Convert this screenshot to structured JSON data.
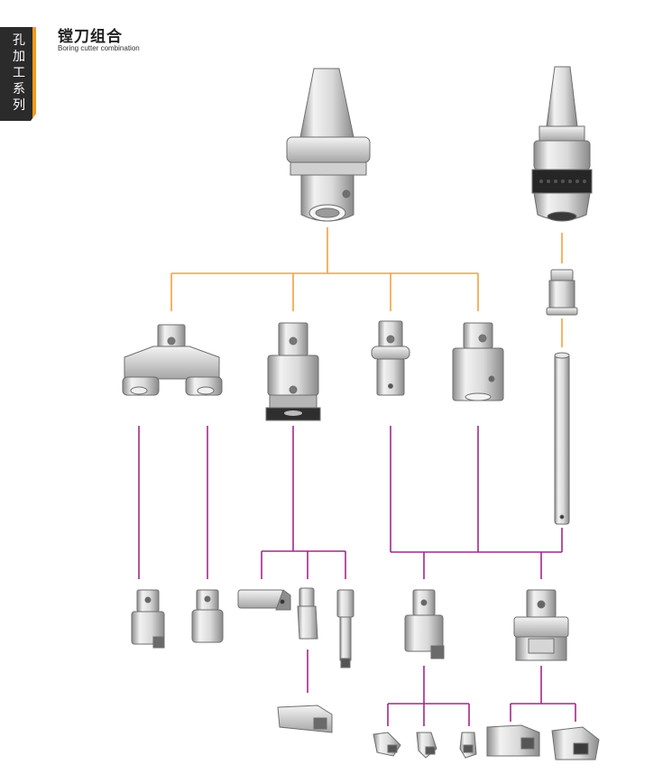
{
  "header": {
    "title": "镗刀组合",
    "subtitle": "Boring cutter combination",
    "side_label": "孔加工系列"
  },
  "colors": {
    "accent": "#f29b1e",
    "connector_orange": "#f4a23a",
    "connector_purple": "#a1288a",
    "tab_background": "#2b2b2b",
    "metal_light": "#e6e6e6",
    "metal_dark": "#8c8c8c"
  },
  "diagram": {
    "spindles": [
      "bt-taper-holder-icon",
      "collet-chuck-holder-icon"
    ],
    "adapters": [
      "twin-bridge-head-icon",
      "square-shoulder-head-icon",
      "step-shank-extension-icon",
      "straight-block-extension-icon",
      "collet-sleeve-icon",
      "long-boring-bar-icon"
    ],
    "cutters": [
      "small-boring-head-icon",
      "cylinder-insert-head-icon",
      "side-bar-cutter-icon",
      "small-bar-cutter-icon",
      "long-neck-boring-bar-icon",
      "flat-boring-bar-icon",
      "fine-boring-head-icon",
      "large-boring-head-icon",
      "micro-insert-holder-icons",
      "large-insert-holder-icons"
    ]
  }
}
